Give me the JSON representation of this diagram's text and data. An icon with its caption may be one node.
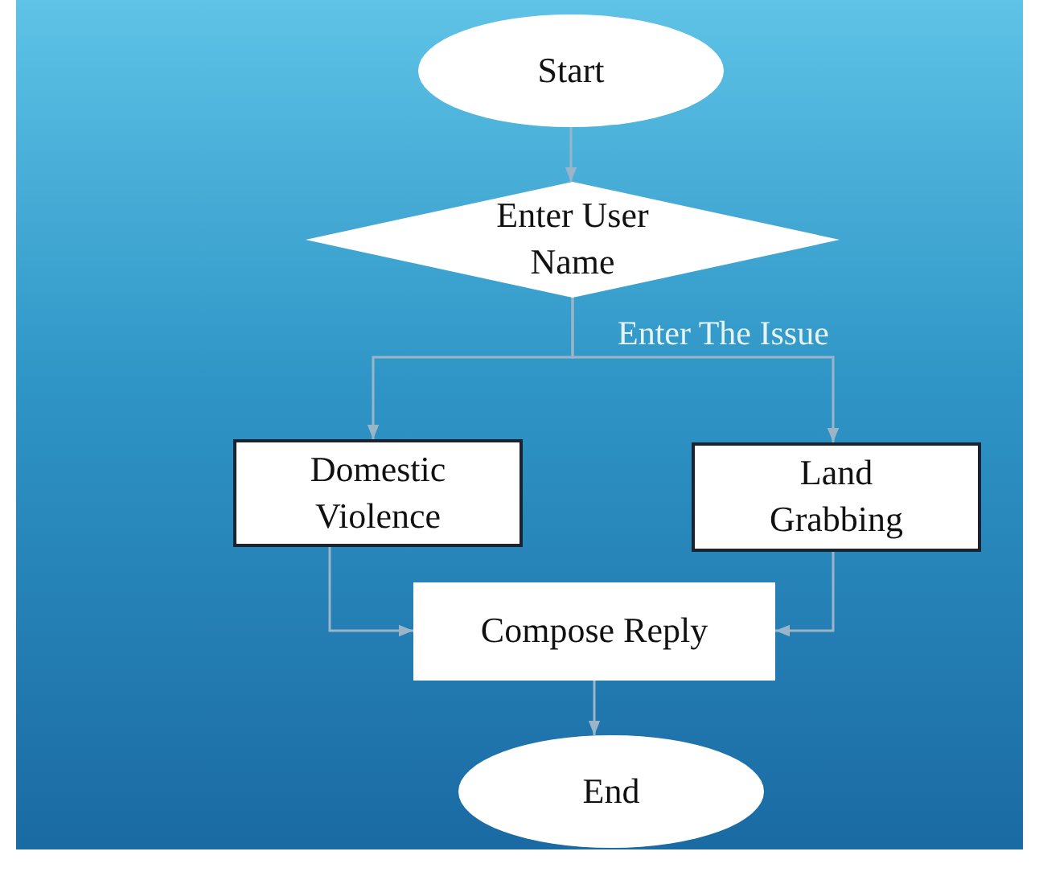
{
  "diagram": {
    "nodes": [
      {
        "text": [
          "Start"
        ]
      },
      {
        "text": [
          "Enter User Name"
        ]
      },
      {
        "text": [
          "Domestic Violence"
        ]
      },
      {
        "text": [
          "Land Grabbing"
        ]
      },
      {
        "text": [
          "Compose Reply"
        ]
      },
      {
        "text": [
          "End"
        ]
      }
    ],
    "edges": [
      {
        "from": 0,
        "to": 1,
        "arrow": "to"
      },
      {
        "from": 1,
        "to": 2,
        "arrow": "to"
      },
      {
        "from": 1,
        "to": 3,
        "arrow": "to"
      },
      {
        "from": 2,
        "to": 4,
        "arrow": "to"
      },
      {
        "from": 3,
        "to": 4,
        "arrow": "to"
      },
      {
        "from": 4,
        "to": 5,
        "arrow": "to"
      }
    ],
    "labels": [
      "Enter The Issue"
    ]
  }
}
